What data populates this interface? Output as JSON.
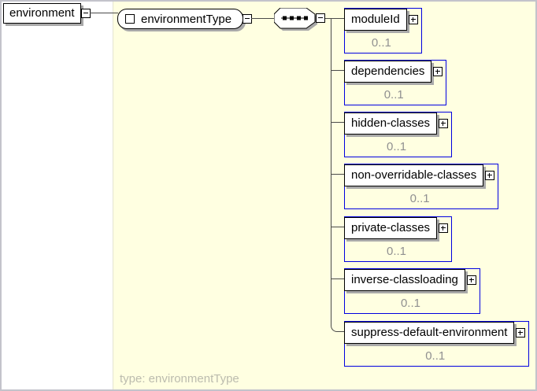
{
  "diagram": {
    "root_element": {
      "label": "environment"
    },
    "type_capsule": {
      "label": "environmentType"
    },
    "footer_annotation": "type: environmentType",
    "children": [
      {
        "label": "moduleId",
        "cardinality": "0..1"
      },
      {
        "label": "dependencies",
        "cardinality": "0..1"
      },
      {
        "label": "hidden-classes",
        "cardinality": "0..1"
      },
      {
        "label": "non-overridable-classes",
        "cardinality": "0..1"
      },
      {
        "label": "private-classes",
        "cardinality": "0..1"
      },
      {
        "label": "inverse-classloading",
        "cardinality": "0..1"
      },
      {
        "label": "suppress-default-environment",
        "cardinality": "0..1"
      }
    ],
    "colors": {
      "container_bg": "#FFFFE1",
      "occurrence_border": "#0000E0",
      "cardinality_text": "#909090",
      "annotation_text": "#BCBCAE",
      "box_shadow": "#A9A9A9",
      "connector": "#4A4A4A"
    }
  }
}
